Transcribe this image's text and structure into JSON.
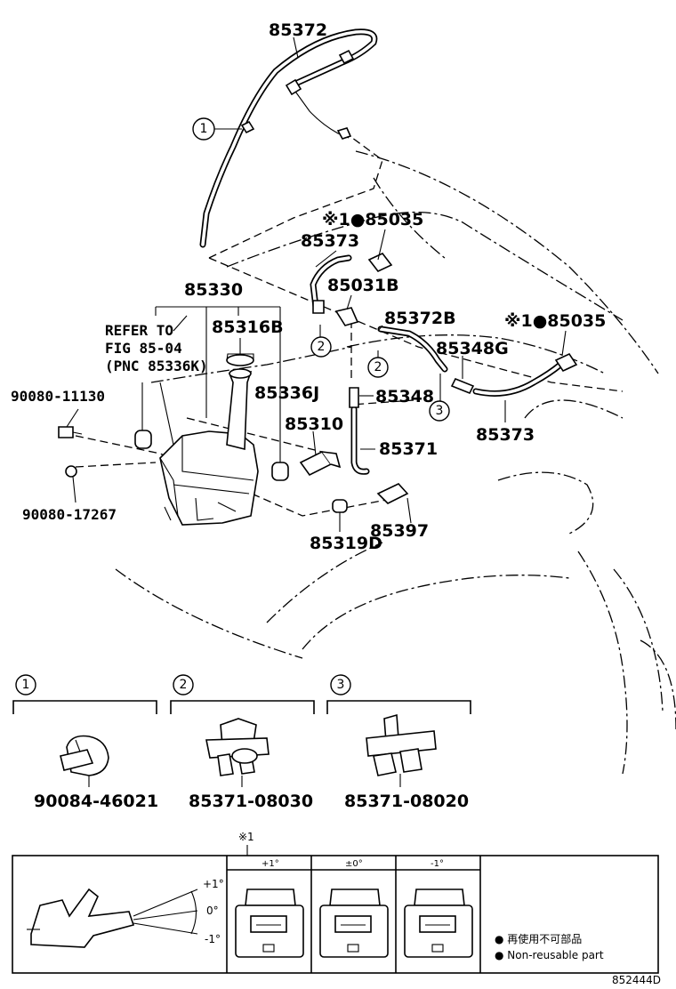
{
  "labels": {
    "p85372": "85372",
    "p85035_top": "※1●85035",
    "p85373_top": "85373",
    "p85031b": "85031B",
    "p85330": "85330",
    "refer1": "REFER TO",
    "refer2": "FIG 85-04",
    "refer3": "(PNC 85336K)",
    "p85316b": "85316B",
    "p85372b": "85372B",
    "p85035_right": "※1●85035",
    "p85348g": "85348G",
    "p85336j": "85336J",
    "p85348": "85348",
    "p90080_11130": "90080-11130",
    "p85310": "85310",
    "p85373_bottom": "85373",
    "p85371": "85371",
    "p90080_17267": "90080-17267",
    "p85397": "85397",
    "p85319d": "85319D",
    "detail_1_part": "90084-46021",
    "detail_2_part": "85371-08030",
    "detail_3_part": "85371-08020",
    "note_mark": "※1",
    "angle_plus1": "+1°",
    "angle_0": "±0°",
    "angle_minus1": "-1°",
    "scale_plus1": "+1°",
    "scale_0": "0°",
    "scale_minus1": "-1°",
    "legend_jp": "● 再使用不可部品",
    "legend_en": "● Non-reusable part",
    "figure_id": "852444D"
  },
  "callouts": {
    "c1": "1",
    "c2a": "2",
    "c2b": "2",
    "c3": "3",
    "d1": "1",
    "d2": "2",
    "d3": "3"
  },
  "icons": {
    "reusable_marker": "filled-circle-icon",
    "reference_mark": "asterisk-reference-icon"
  },
  "colors": {
    "ink": "#000000",
    "paper": "#ffffff"
  }
}
